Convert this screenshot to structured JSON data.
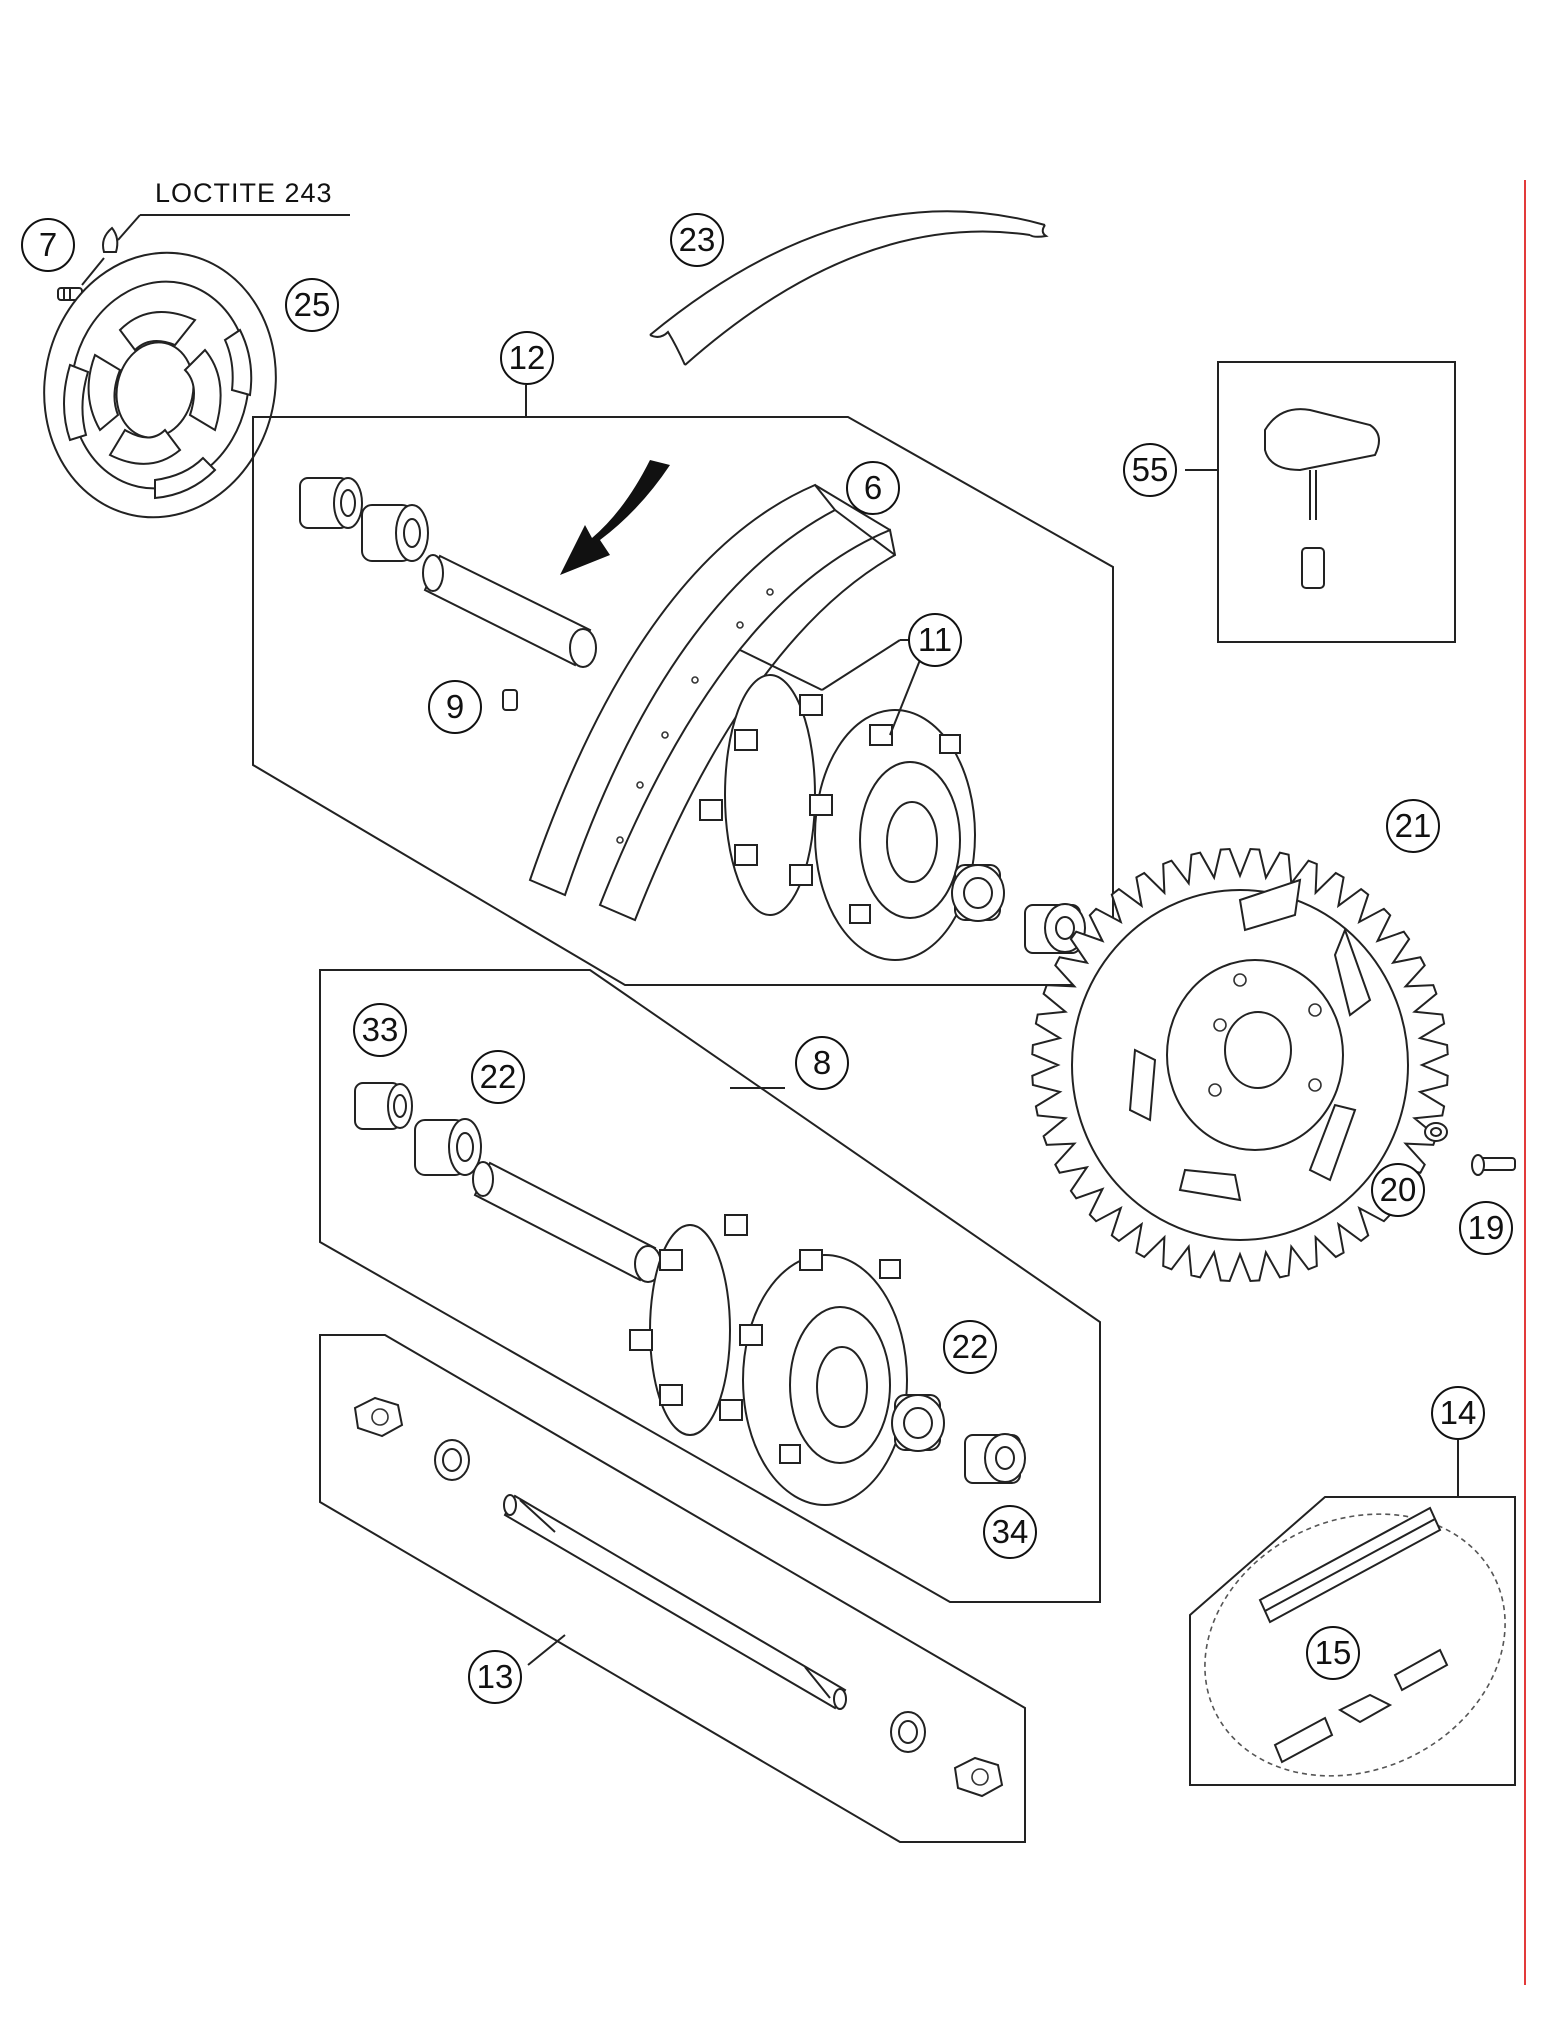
{
  "note": "LOCTITE 243",
  "callouts": [
    "7",
    "25",
    "23",
    "12",
    "6",
    "55",
    "9",
    "11",
    "21",
    "33",
    "22",
    "8",
    "20",
    "19",
    "22",
    "34",
    "14",
    "15",
    "13"
  ],
  "colors": {
    "line": "#222222",
    "border": "#e23a3a",
    "fill": "#ffffff"
  }
}
